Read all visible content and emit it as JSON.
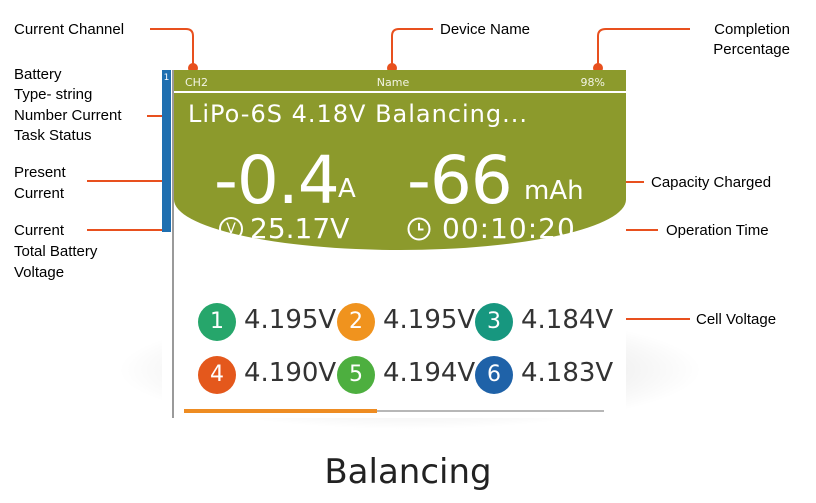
{
  "device_screen": {
    "channel_index": "1",
    "status_bar": {
      "channel": "CH2",
      "device_name": "Name",
      "completion": "98%"
    },
    "task_status": "LiPo-6S 4.18V Balancing...",
    "current": {
      "value": "-0.4",
      "unit": "A"
    },
    "capacity": {
      "value": "-66",
      "unit": "mAh"
    },
    "voltage_icon": "V",
    "total_voltage": "25.17V",
    "operation_time": "00:10:20",
    "cells": [
      {
        "num": "1",
        "voltage": "4.195V",
        "color": "#26a66b"
      },
      {
        "num": "2",
        "voltage": "4.195V",
        "color": "#f0931e"
      },
      {
        "num": "3",
        "voltage": "4.184V",
        "color": "#17977f"
      },
      {
        "num": "4",
        "voltage": "4.190V",
        "color": "#e4581c"
      },
      {
        "num": "5",
        "voltage": "4.194V",
        "color": "#4daf3f"
      },
      {
        "num": "6",
        "voltage": "4.183V",
        "color": "#1f62a8"
      }
    ],
    "progress": 0.46,
    "colors": {
      "panel": "#8c9a2c",
      "side_tab": "#1f6fb0",
      "progress": "#ee8c22",
      "annotation_dot": "#e8501e"
    }
  },
  "annotations": {
    "current_channel": "Current Channel",
    "device_name": "Device Name",
    "completion_line1": "Completion",
    "completion_line2": "Percentage",
    "battery_line1": "Battery",
    "battery_line2": "Type- string",
    "battery_line3": "Number Current",
    "battery_line4": "Task Status",
    "present_line1": "Present",
    "present_line2": "Current",
    "voltage_line1": "Current",
    "voltage_line2": "Total Battery",
    "voltage_line3": "Voltage",
    "capacity_charged": "Capacity Charged",
    "operation_time": "Operation Time",
    "cell_voltage": "Cell Voltage"
  },
  "footer_title": "Balancing"
}
